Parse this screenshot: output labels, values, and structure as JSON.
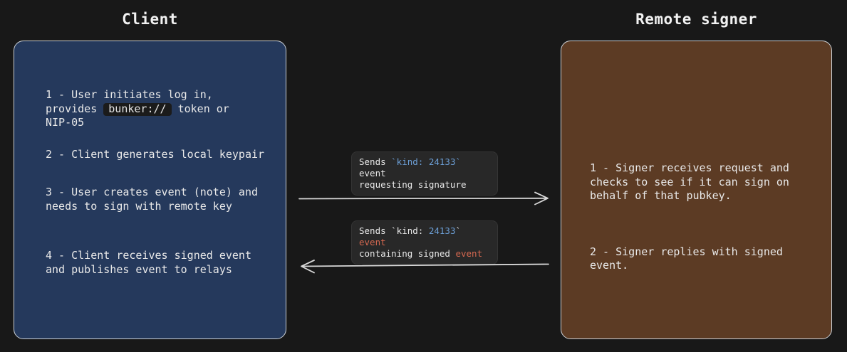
{
  "titles": {
    "client": "Client",
    "remote_signer": "Remote signer"
  },
  "client_box": {
    "steps": {
      "step1_pre": "1 - User initiates log in,\nprovides ",
      "step1_code": "bunker://",
      "step1_post": " token or\nNIP-05",
      "step2": "2 - Client generates local keypair",
      "step3": "3 - User creates event (note) and\nneeds to sign with remote key",
      "step4": "4 - Client receives signed event\nand publishes event to relays"
    }
  },
  "signer_box": {
    "steps": {
      "step1": "1 - Signer receives request and\nchecks to see if it can sign on\nbehalf of that pubkey.",
      "step2": "2 - Signer replies with signed\nevent."
    }
  },
  "messages": {
    "request": {
      "seg1": "Sends ",
      "seg2": "`kind: 24133`",
      "seg3": " event\nrequesting signature"
    },
    "response": {
      "seg1": "Sends `kind: ",
      "seg2": "24133",
      "seg3": "` ",
      "seg4": "event",
      "seg5": "\ncontaining signed ",
      "seg6": "event"
    }
  },
  "icons": {
    "request_arrow": "arrow-right",
    "response_arrow": "arrow-left"
  },
  "colors": {
    "background": "#181818",
    "client_box_fill": "#25395c",
    "signer_box_fill": "#5c3b24",
    "box_border": "#ccd1d6",
    "label_fill": "#282828",
    "text": "#e9e9e9",
    "code_blue": "#6c9fd6",
    "code_red": "#d56850",
    "arrow": "#d8d8d8",
    "badge_fill": "#1b1b1b"
  }
}
